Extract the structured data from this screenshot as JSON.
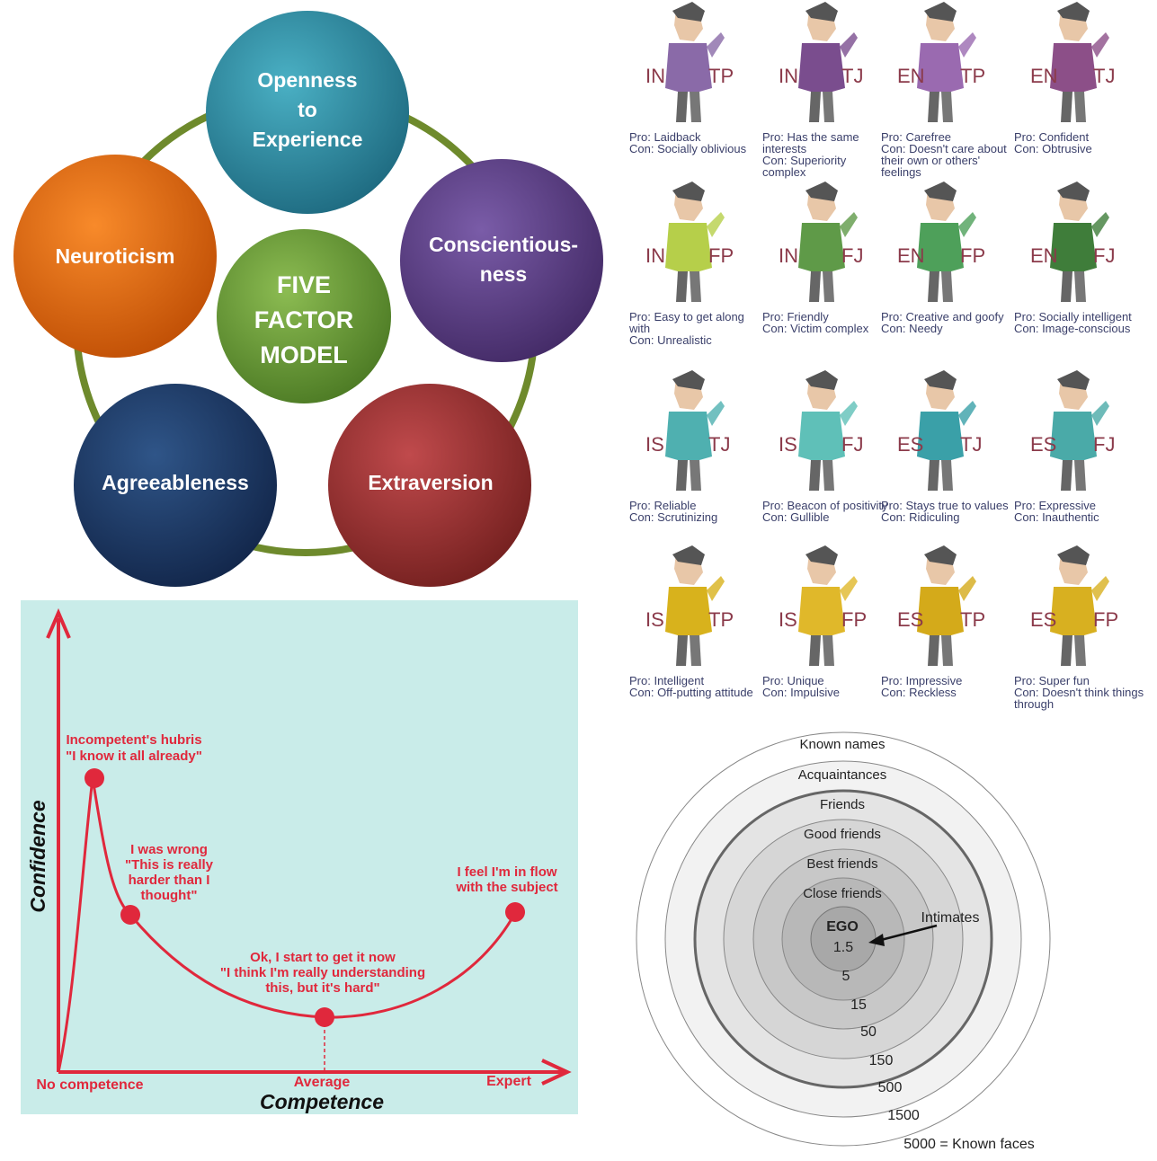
{
  "five_factor": {
    "center": [
      "FIVE",
      "FACTOR",
      "MODEL"
    ],
    "openness": [
      "Openness",
      "to",
      "Experience"
    ],
    "conscientiousness": [
      "Conscientious-",
      "ness"
    ],
    "extraversion": "Extraversion",
    "agreeableness": "Agreeableness",
    "neuroticism": "Neuroticism",
    "colors": {
      "openness": "#2f8aa0",
      "conscientiousness": "#5b3f85",
      "extraversion": "#9b3336",
      "agreeableness": "#1d3a66",
      "neuroticism": "#e26a10",
      "center": "#6c9a3a",
      "ring": "#6e8a2c"
    }
  },
  "mbti": [
    {
      "a": "IN",
      "b": "TP",
      "pro": "Pro: Laidback",
      "con": "Con: Socially oblivious",
      "color": "#8a6aa8"
    },
    {
      "a": "IN",
      "b": "TJ",
      "pro": "Pro: Has the same interests",
      "con": "Con: Superiority complex",
      "color": "#7a4d8e"
    },
    {
      "a": "EN",
      "b": "TP",
      "pro": "Pro: Carefree",
      "con": "Con: Doesn't care about their own or others' feelings",
      "color": "#9a6ab0"
    },
    {
      "a": "EN",
      "b": "TJ",
      "pro": "Pro: Confident",
      "con": "Con: Obtrusive",
      "color": "#8c4f88"
    },
    {
      "a": "IN",
      "b": "FP",
      "pro": "Pro: Easy to get along with",
      "con": "Con: Unrealistic",
      "color": "#b6cf4a"
    },
    {
      "a": "IN",
      "b": "FJ",
      "pro": "Pro: Friendly",
      "con": "Con: Victim complex",
      "color": "#5f9a48"
    },
    {
      "a": "EN",
      "b": "FP",
      "pro": "Pro: Creative and goofy",
      "con": "Con: Needy",
      "color": "#4ea05a"
    },
    {
      "a": "EN",
      "b": "FJ",
      "pro": "Pro: Socially intelligent",
      "con": "Con: Image-conscious",
      "color": "#3f7d3a"
    },
    {
      "a": "IS",
      "b": "TJ",
      "pro": "Pro: Reliable",
      "con": "Con: Scrutinizing",
      "color": "#4fb0b0"
    },
    {
      "a": "IS",
      "b": "FJ",
      "pro": "Pro: Beacon of positivity",
      "con": "Con: Gullible",
      "color": "#5fc0b8"
    },
    {
      "a": "ES",
      "b": "TJ",
      "pro": "Pro: Stays true to values",
      "con": "Con: Ridiculing",
      "color": "#3aa0a8"
    },
    {
      "a": "ES",
      "b": "FJ",
      "pro": "Pro: Expressive",
      "con": "Con: Inauthentic",
      "color": "#4aaaa8"
    },
    {
      "a": "IS",
      "b": "TP",
      "pro": "Pro: Intelligent",
      "con": "Con: Off-putting attitude",
      "color": "#d8b21c"
    },
    {
      "a": "IS",
      "b": "FP",
      "pro": "Pro: Unique",
      "con": "Con: Impulsive",
      "color": "#e0b82a"
    },
    {
      "a": "ES",
      "b": "TP",
      "pro": "Pro: Impressive",
      "con": "Con: Reckless",
      "color": "#d4aa1a"
    },
    {
      "a": "ES",
      "b": "FP",
      "pro": "Pro: Super fun",
      "con": "Con: Doesn't think things through",
      "color": "#d8b020"
    }
  ],
  "dunning": {
    "ylabel": "Confidence",
    "xlabel": "Competence",
    "x_left": "No competence",
    "x_mid": "Average",
    "x_right": "Expert",
    "peak": [
      "Incompetent's hubris",
      "\"I know it all already\""
    ],
    "valley_start": [
      "I was wrong",
      "\"This is really",
      "harder than I",
      "thought\""
    ],
    "bottom": [
      "Ok, I start to get it now",
      "\"I think I'm really understanding",
      "this, but it's hard\""
    ],
    "end": [
      "I feel I'm in flow",
      "with the subject"
    ],
    "color": "#e0283c"
  },
  "dunbar": {
    "layers": [
      "Known names",
      "Acquaintances",
      "Friends",
      "Good friends",
      "Best friends",
      "Close friends"
    ],
    "ego": "EGO",
    "intimates": "Intimates",
    "numbers": [
      "1.5",
      "5",
      "15",
      "50",
      "150",
      "500",
      "1500"
    ],
    "outer": "5000 = Known faces"
  }
}
